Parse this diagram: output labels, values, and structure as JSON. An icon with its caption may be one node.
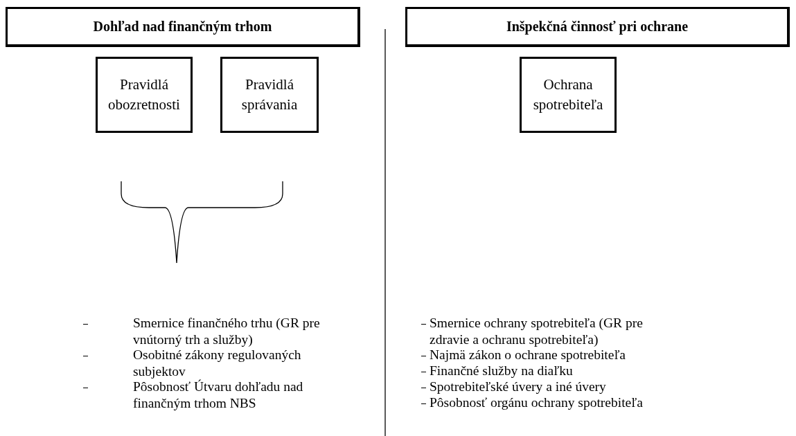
{
  "diagram": {
    "nodes": [
      {
        "text": [
          "Dohľad nad finančným trhom"
        ]
      },
      {
        "text": [
          "Inšpekčná činnosť pri ochrane"
        ]
      },
      {
        "text": [
          "Pravidlá obozretnosti"
        ]
      },
      {
        "text": [
          "Pravidlá správania"
        ]
      },
      {
        "text": [
          "Ochrana spotrebiteľa"
        ]
      }
    ],
    "labels": [
      "Smernice finančného trhu (GR pre vnútorný trh a služby)",
      "Osobitné zákony regulovaných subjektov",
      "Pôsobnosť Útvaru dohľadu nad finančným trhom NBS",
      "Smernice ochrany spotrebiteľa (GR pre zdravie a ochranu spotrebiteľa)",
      "Najmä zákon o ochrane spotrebiteľa",
      "Finančné služby na diaľku",
      "Spotrebiteľské úvery a iné úvery",
      "Pôsobnosť orgánu ochrany spotrebiteľa"
    ]
  }
}
